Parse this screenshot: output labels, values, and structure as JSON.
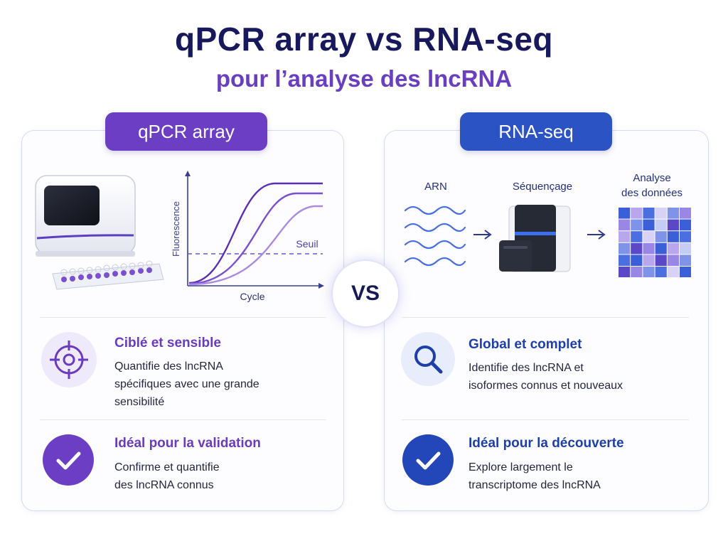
{
  "header": {
    "title": "qPCR array vs RNA-seq",
    "subtitle": "pour l’analyse des lncRNA"
  },
  "left": {
    "pill_label": "qPCR array",
    "chart": {
      "ylabel": "Fluorescence",
      "xlabel": "Cycle",
      "threshold_label": "Seuil"
    },
    "features": [
      {
        "title": "Ciblé et sensible",
        "lines": [
          "Quantifie des lncRNA",
          "spécifiques avec une grande",
          "sensibilité"
        ]
      },
      {
        "title": "Idéal pour la validation",
        "lines": [
          "Confirme et quantifie",
          "des lncRNA connus"
        ]
      }
    ]
  },
  "vs_label": "VS",
  "right": {
    "pill_label": "RNA-seq",
    "workflow": {
      "step1": "ARN",
      "step2": "Séquençage",
      "step3_line1": "Analyse",
      "step3_line2": "des données"
    },
    "features": [
      {
        "title": "Global et complet",
        "lines": [
          "Identifie des lncRNA et",
          "isoformes connus et nouveaux"
        ]
      },
      {
        "title": "Idéal pour la découverte",
        "lines": [
          "Explore largement le",
          "transcriptome des lncRNA"
        ]
      }
    ]
  },
  "colors": {
    "title": "#17195c",
    "subtitle": "#6a3fbf",
    "purple_accent": "#6b3ec4",
    "blue_accent": "#2b53c4"
  },
  "icons": {
    "left_feature_1": "target-icon",
    "left_feature_2": "check-circle-icon",
    "right_feature_1": "search-icon",
    "right_feature_2": "check-circle-icon"
  }
}
